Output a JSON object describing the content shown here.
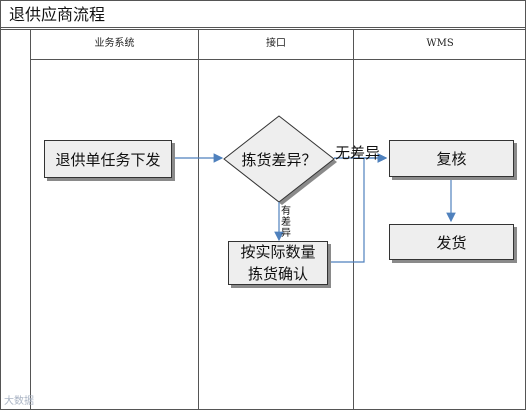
{
  "title": "退供应商流程",
  "lanes": [
    {
      "label": "业务系统"
    },
    {
      "label": "接口"
    },
    {
      "label": "WMS"
    }
  ],
  "nodes": {
    "start": "退供单任务下发",
    "decision": "拣货差异？",
    "confirm_line1": "按实际数量",
    "confirm_line2": "拣货确认",
    "review": "复核",
    "ship": "发货"
  },
  "edge_labels": {
    "no_diff": "无差异",
    "has_diff": [
      "有",
      "差",
      "异"
    ]
  },
  "colors": {
    "arrow": "#4f81bd",
    "border": "#555555",
    "box_fill": "#eeeeee"
  },
  "watermark": "大数据"
}
